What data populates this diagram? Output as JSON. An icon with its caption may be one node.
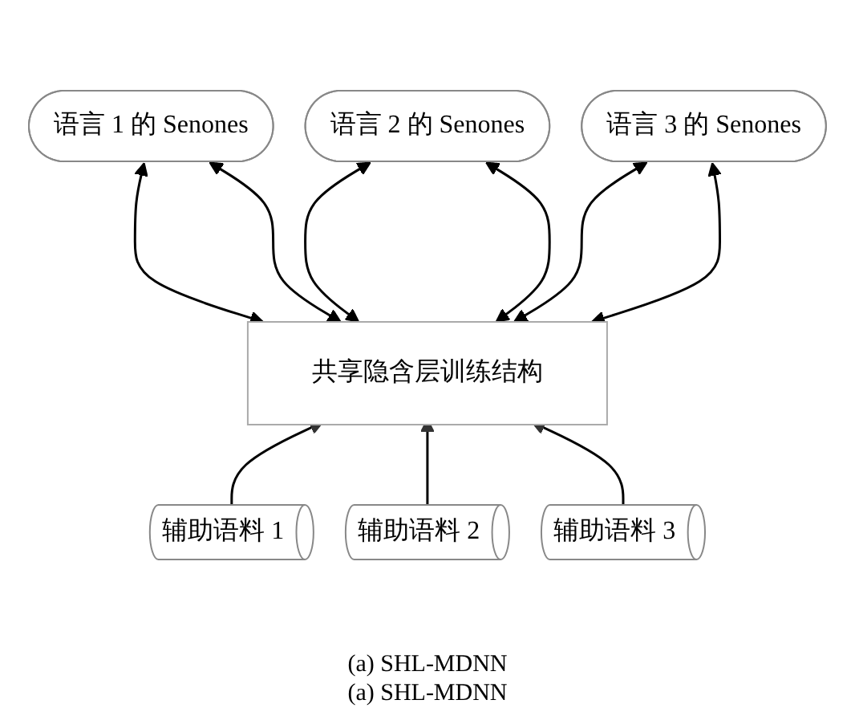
{
  "diagram": {
    "caption": "(a) SHL-MDNN",
    "nodes": [
      {
        "text": [
          "语言 1 的 Senones"
        ]
      },
      {
        "text": [
          "语言 2 的 Senones"
        ]
      },
      {
        "text": [
          "语言 3 的 Senones"
        ]
      },
      {
        "text": [
          "共享隐含层训练结构"
        ]
      },
      {
        "text": [
          "辅助语料 1"
        ]
      },
      {
        "text": [
          "辅助语料 2"
        ]
      },
      {
        "text": [
          "辅助语料 3"
        ]
      }
    ],
    "edges": [
      {
        "from": 0,
        "to": 3,
        "arrow": "both"
      },
      {
        "from": 0,
        "to": 3,
        "arrow": "both"
      },
      {
        "from": 1,
        "to": 3,
        "arrow": "both"
      },
      {
        "from": 1,
        "to": 3,
        "arrow": "both"
      },
      {
        "from": 2,
        "to": 3,
        "arrow": "both"
      },
      {
        "from": 2,
        "to": 3,
        "arrow": "both"
      },
      {
        "from": 4,
        "to": 3,
        "arrow": "to"
      },
      {
        "from": 5,
        "to": 3,
        "arrow": "to"
      },
      {
        "from": 6,
        "to": 3,
        "arrow": "to"
      }
    ],
    "labels": [
      "(a) SHL-MDNN"
    ]
  }
}
